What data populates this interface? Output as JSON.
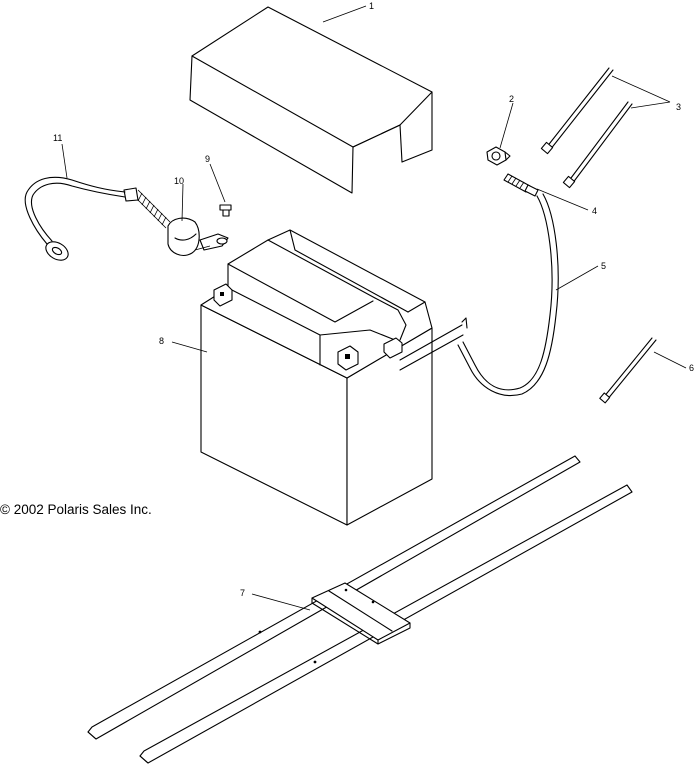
{
  "copyright": "© 2002 Polaris Sales Inc.",
  "callouts": {
    "c1": "1",
    "c2": "2",
    "c3": "3",
    "c4": "4",
    "c5": "5",
    "c6": "6",
    "c7": "7",
    "c8": "8",
    "c9": "9",
    "c10": "10",
    "c11": "11"
  }
}
